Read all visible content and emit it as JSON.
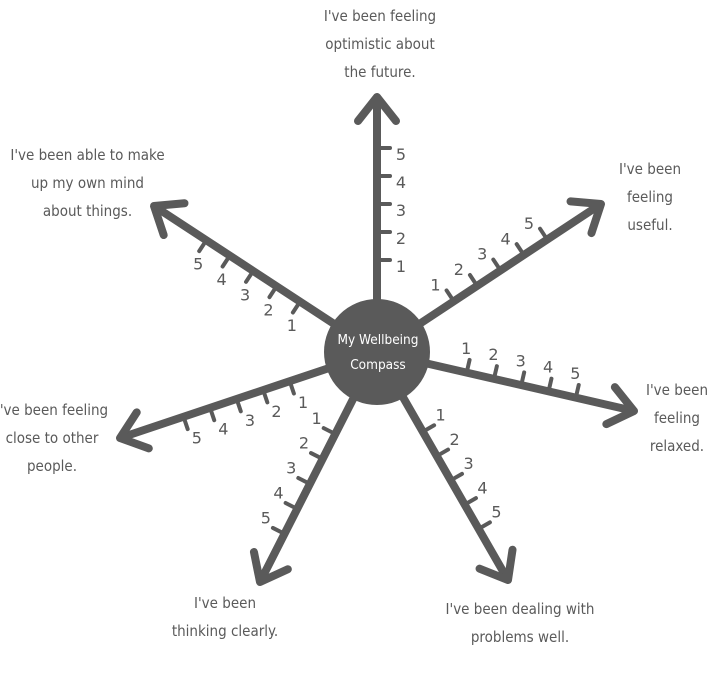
{
  "title": "My Wellbeing\nCompass",
  "scale": [
    1,
    2,
    3,
    4,
    5
  ],
  "color": "#5a5a5a",
  "arms": [
    {
      "statement": "I've been feeling\noptimistic about\nthe future."
    },
    {
      "statement": "I've been\nfeeling\nuseful."
    },
    {
      "statement": "I've been\nfeeling\nrelaxed."
    },
    {
      "statement": "I've been dealing with\nproblems well."
    },
    {
      "statement": "I've been\nthinking clearly."
    },
    {
      "statement": "I've been feeling\nclose to other\npeople."
    },
    {
      "statement": "I've been able to make\nup my own mind\nabout things."
    }
  ]
}
